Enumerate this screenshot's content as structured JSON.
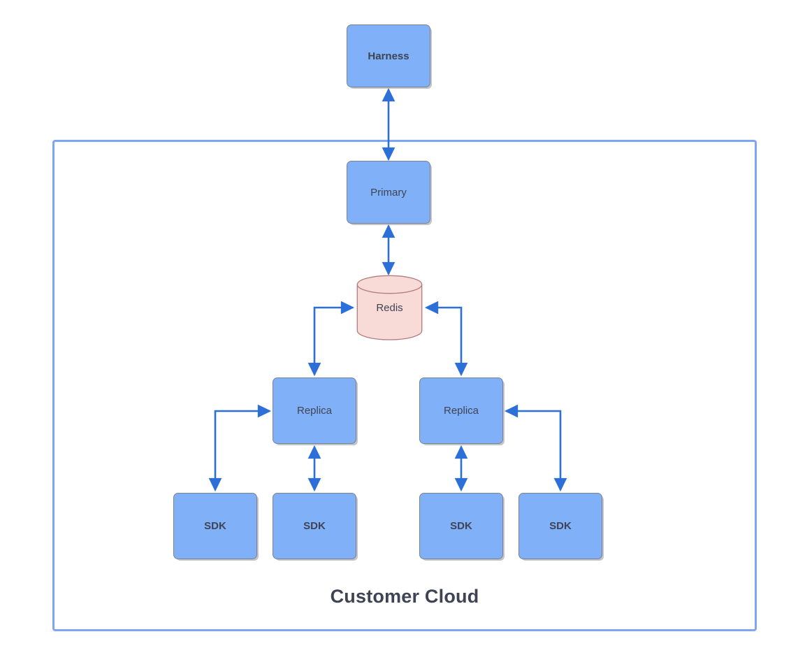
{
  "diagram": {
    "title_label": "Customer Cloud",
    "colors": {
      "node_fill": "#80b0f7",
      "node_stroke": "#7a8190",
      "datastore_fill": "#f8dad6",
      "datastore_stroke": "#b07c7c",
      "edge": "#2d6fd8",
      "container_border": "#7ea6f5",
      "text": "#3f4455"
    },
    "container": {
      "name": "customer-cloud",
      "label": "Customer Cloud"
    },
    "nodes": [
      {
        "id": "harness",
        "label": "Harness",
        "shape": "rounded-rect",
        "bold": true,
        "inside_cloud": false
      },
      {
        "id": "primary",
        "label": "Primary",
        "shape": "rounded-rect",
        "bold": false,
        "inside_cloud": true
      },
      {
        "id": "redis",
        "label": "Redis",
        "shape": "cylinder",
        "bold": false,
        "inside_cloud": true
      },
      {
        "id": "replica-left",
        "label": "Replica",
        "shape": "rounded-rect",
        "bold": false,
        "inside_cloud": true
      },
      {
        "id": "replica-right",
        "label": "Replica",
        "shape": "rounded-rect",
        "bold": false,
        "inside_cloud": true
      },
      {
        "id": "sdk-1",
        "label": "SDK",
        "shape": "rounded-rect",
        "bold": true,
        "inside_cloud": true
      },
      {
        "id": "sdk-2",
        "label": "SDK",
        "shape": "rounded-rect",
        "bold": true,
        "inside_cloud": true
      },
      {
        "id": "sdk-3",
        "label": "SDK",
        "shape": "rounded-rect",
        "bold": true,
        "inside_cloud": true
      },
      {
        "id": "sdk-4",
        "label": "SDK",
        "shape": "rounded-rect",
        "bold": true,
        "inside_cloud": true
      }
    ],
    "edges": [
      {
        "id": "harness-primary",
        "from": "harness",
        "to": "primary",
        "arrows": "both",
        "routing": "straight-vertical"
      },
      {
        "id": "primary-redis",
        "from": "primary",
        "to": "redis",
        "arrows": "both",
        "routing": "straight-vertical"
      },
      {
        "id": "replica-left-redis",
        "from": "redis",
        "to": "replica-left",
        "arrows": "both-elbow",
        "routing": "orthogonal-left"
      },
      {
        "id": "replica-right-redis",
        "from": "redis",
        "to": "replica-right",
        "arrows": "both-elbow",
        "routing": "orthogonal-right"
      },
      {
        "id": "replica-left-sdk-1",
        "from": "replica-left",
        "to": "sdk-1",
        "arrows": "both-elbow",
        "routing": "orthogonal-left"
      },
      {
        "id": "replica-left-sdk-2",
        "from": "replica-left",
        "to": "sdk-2",
        "arrows": "both",
        "routing": "straight-vertical"
      },
      {
        "id": "replica-right-sdk-3",
        "from": "replica-right",
        "to": "sdk-3",
        "arrows": "both",
        "routing": "straight-vertical"
      },
      {
        "id": "replica-right-sdk-4",
        "from": "replica-right",
        "to": "sdk-4",
        "arrows": "both-elbow",
        "routing": "orthogonal-right"
      }
    ]
  }
}
